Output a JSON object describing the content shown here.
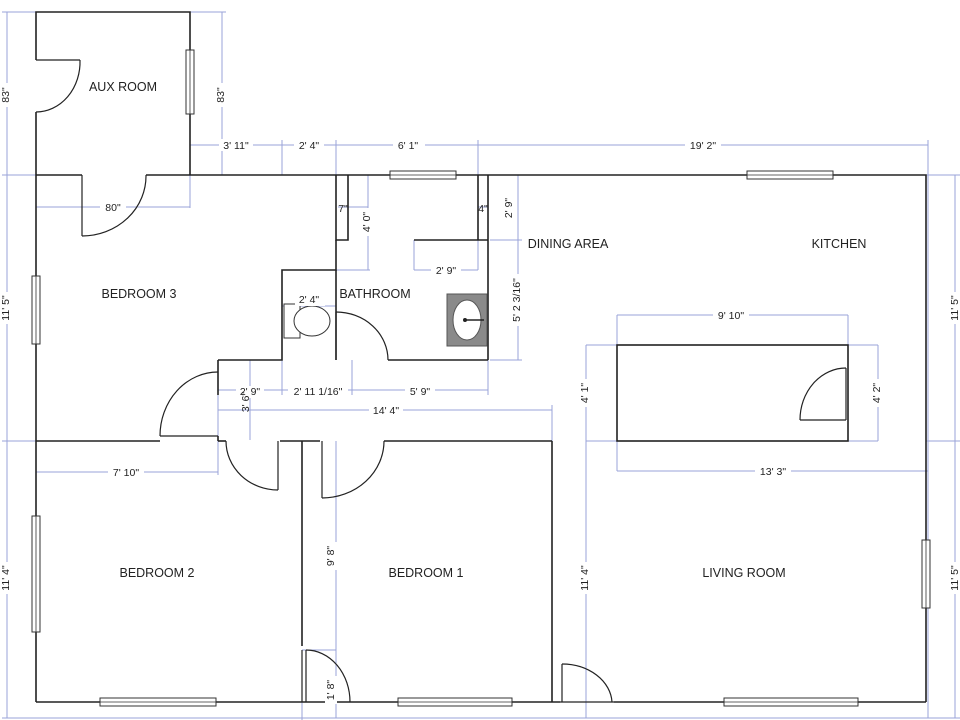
{
  "rooms": {
    "aux_room": "AUX ROOM",
    "bedroom_3": "BEDROOM 3",
    "bathroom": "BATHROOM",
    "dining_area": "DINING AREA",
    "kitchen": "KITCHEN",
    "bedroom_2": "BEDROOM 2",
    "bedroom_1": "BEDROOM 1",
    "living_room": "LIVING ROOM"
  },
  "dimensions": {
    "aux_height_left": "83\"",
    "aux_height_right": "83\"",
    "top_3_11": "3' 11\"",
    "top_2_4": "2' 4\"",
    "top_6_1": "6' 1\"",
    "top_19_2": "19' 2\"",
    "aux_door_80": "80\"",
    "closet_7": "7\"",
    "closet_4_0": "4' 0\"",
    "wall_4": "4\"",
    "wall_2_9_top": "2' 9\"",
    "bath_2_9": "2' 9\"",
    "bath_5_2": "5' 2 3/16\"",
    "toilet_2_4": "2' 4\"",
    "hall_2_9": "2' 9\"",
    "hall_3_6": "3' 6\"",
    "hall_2_11": "2' 11 1/16\"",
    "hall_5_9": "5' 9\"",
    "hall_14_4": "14' 4\"",
    "island_9_10": "9' 10\"",
    "island_4_1": "4' 1\"",
    "island_4_2": "4' 2\"",
    "island_13_3": "13' 3\"",
    "bed2_7_10": "7' 10\"",
    "bed1_9_8": "9' 8\"",
    "bed1_1_8": "1' 8\"",
    "living_11_4": "11' 4\"",
    "left_11_5": "11' 5\"",
    "left_11_4": "11' 4\"",
    "right_11_5_top": "11' 5\"",
    "right_11_5_bottom": "11' 5\""
  }
}
